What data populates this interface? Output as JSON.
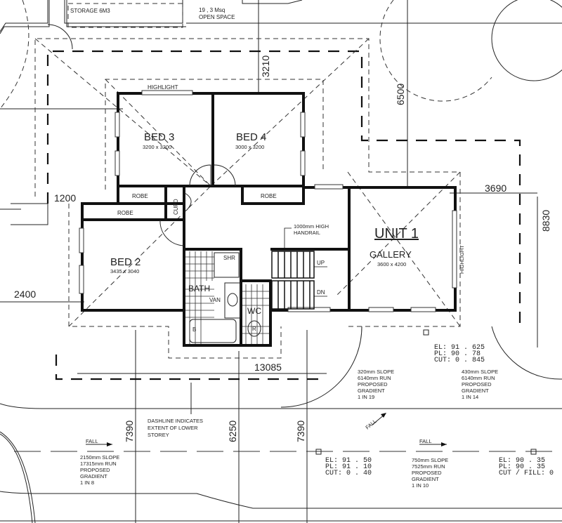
{
  "site": {
    "storage": "STORAGE 6M3",
    "open_space_1": "19 , 3 Msq",
    "open_space_2": "OPEN SPACE"
  },
  "rooms": {
    "bed3": {
      "name": "BED 3",
      "size": "3200 x 3200"
    },
    "bed4": {
      "name": "BED 4",
      "size": "3000 x 3200"
    },
    "bed2": {
      "name": "BED 2",
      "size": "3435 x 3040"
    },
    "unit": "UNIT 1",
    "gallery": {
      "name": "GALLERY",
      "size": "3600 x 4200"
    },
    "robe_bed3": "ROBE",
    "robe_bed4": "ROBE",
    "robe_bed2": "ROBE",
    "cupd": "CUPD",
    "bath": "BATH",
    "shr": "SHR",
    "van": "VAN",
    "wc": "WC",
    "bath_tub": "B",
    "toilet": "R",
    "stair_up": "UP",
    "stair_dn": "DN"
  },
  "notes": {
    "highlight_top": "HIGHLIGHT",
    "highlight_side": "HIGHLIGHT",
    "handrail_1": "1000mm HIGH",
    "handrail_2": "HANDRAIL",
    "dashline_1": "DASHLINE INDICATES",
    "dashline_2": "EXTENT OF LOWER",
    "dashline_3": "STOREY"
  },
  "dimensions": {
    "d3210": "3210",
    "d6500": "6500",
    "d3690": "3690",
    "d8830": "8830",
    "d1200": "1200",
    "d2400": "2400",
    "d13085": "13085",
    "d7390a": "7390",
    "d6250": "6250",
    "d7390b": "7390"
  },
  "levels": {
    "top": [
      "EL:  91 . 625",
      "PL:  90 . 78",
      "CUT:  0 . 845"
    ],
    "left": [
      "EL:  91 . 50",
      "PL:  91 . 10",
      "CUT:  0 . 40"
    ],
    "right": [
      "EL:  90 . 35",
      "PL:  90 . 35",
      "CUT / FILL:  0"
    ]
  },
  "slopes": {
    "s1": [
      "320mm SLOPE",
      "6140mm RUN",
      "PROPOSED",
      "GRADIENT",
      "1 IN 19"
    ],
    "s2": [
      "430mm SLOPE",
      "6140mm RUN",
      "PROPOSED",
      "GRADIENT",
      "1 IN 14"
    ],
    "s3": [
      "750mm SLOPE",
      "7525mm RUN",
      "PROPOSED",
      "GRADIENT",
      "1 IN 10"
    ],
    "s4": [
      "2150mm SLOPE",
      "17315mm RUN",
      "PROPOSED",
      "GRADIENT",
      "1 IN 8"
    ]
  },
  "fall": {
    "f1": "FALL",
    "f2": "FALL",
    "f3": "FALL"
  }
}
